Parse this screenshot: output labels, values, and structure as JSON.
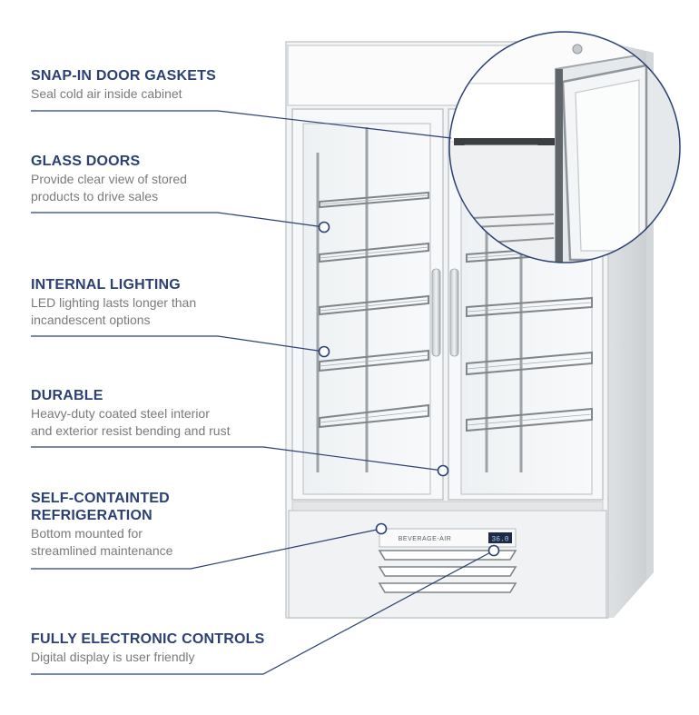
{
  "features": [
    {
      "title": "SNAP-IN DOOR GASKETS",
      "desc_lines": [
        "Seal cold air inside cabinet"
      ]
    },
    {
      "title": "GLASS DOORS",
      "desc_lines": [
        "Provide clear view of stored",
        "products to drive sales"
      ]
    },
    {
      "title": "INTERNAL LIGHTING",
      "desc_lines": [
        "LED lighting lasts longer than",
        "incandescent options"
      ]
    },
    {
      "title": "DURABLE",
      "desc_lines": [
        "Heavy-duty coated steel interior",
        "and exterior resist bending and rust"
      ]
    },
    {
      "title_lines": [
        "SELF-CONTAINTED",
        "REFRIGERATION"
      ],
      "desc_lines": [
        "Bottom mounted for",
        "streamlined maintenance"
      ]
    },
    {
      "title": "FULLY ELECTRONIC CONTROLS",
      "desc_lines": [
        "Digital display is user friendly"
      ]
    }
  ],
  "product": {
    "brand_plate": "BEVERAGE-AIR",
    "display_reading": "36.0"
  },
  "colors": {
    "title": "#2b4174",
    "description": "#7a7a7a",
    "callout": "#2b4174"
  }
}
